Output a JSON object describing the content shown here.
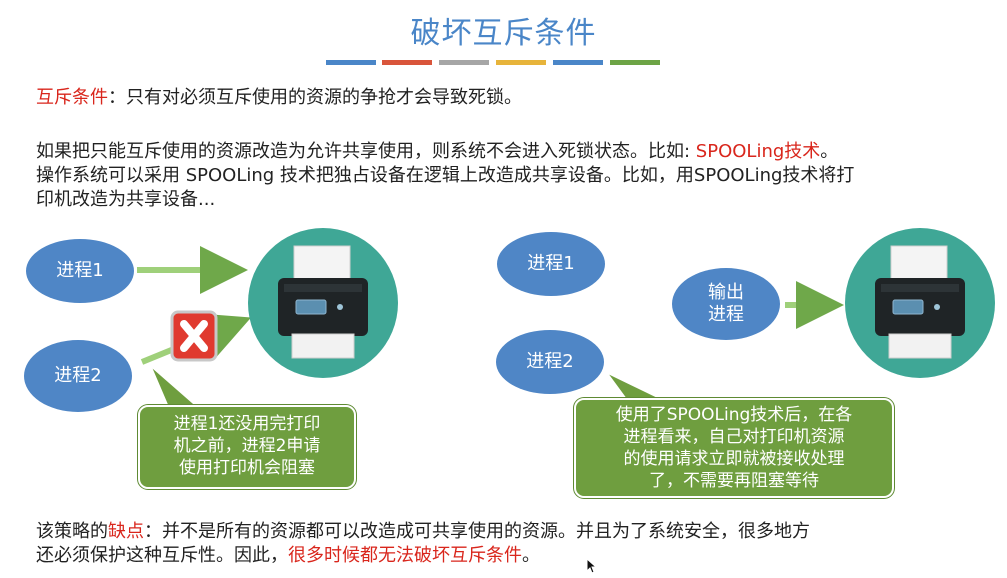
{
  "title": "破坏互斥条件",
  "colors": [
    "#4a86c8",
    "#d9553b",
    "#a6a6a6",
    "#e7b43b",
    "#4a86c8",
    "#6da446"
  ],
  "para1": {
    "label": "互斥条件",
    "text": "：只有对必须互斥使用的资源的争抢才会导致死锁。"
  },
  "para2": {
    "line1_pre": "如果把只能互斥使用的资源改造为允许共享使用，则系统不会进入死锁状态。比如: ",
    "line1_red": "SPOOLing技术",
    "line1_post": "。",
    "line2": "操作系统可以采用 SPOOLing  技术把独占设备在逻辑上改造成共享设备。比如，用SPOOLing技术将打",
    "line3": "印机改造为共享设备..."
  },
  "left": {
    "process1": "进程1",
    "process2": "进程2",
    "callout": [
      "进程1还没用完打印",
      "机之前，进程2申请",
      "使用打印机会阻塞"
    ]
  },
  "right": {
    "process1": "进程1",
    "process2": "进程2",
    "output_line1": "输出",
    "output_line2": "进程",
    "callout": [
      "使用了SPOOLing技术后，在各",
      "进程看来，自己对打印机资源",
      "的使用请求立即就被接收处理",
      "了，不需要再阻塞等待"
    ]
  },
  "bottom": {
    "line1_pre": "该策略的",
    "line1_red": "缺点",
    "line1_post": "：并不是所有的资源都可以改造成可共享使用的资源。并且为了系统安全，很多地方",
    "line2_pre": "还必须保护这种互斥性。因此，",
    "line2_red": "很多时候都无法破坏互斥条件",
    "line2_post": "。"
  }
}
